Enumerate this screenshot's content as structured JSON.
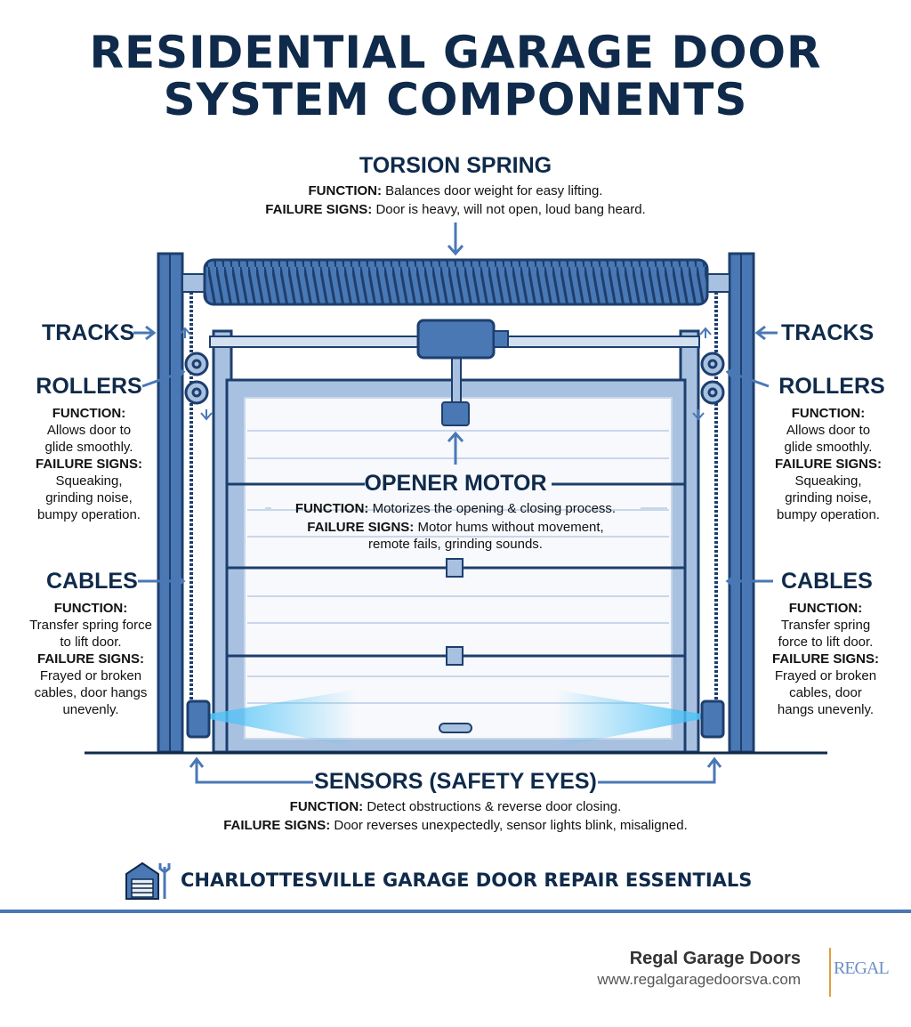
{
  "title": {
    "line1": "RESIDENTIAL GARAGE DOOR",
    "line2": "SYSTEM COMPONENTS"
  },
  "components": {
    "torsion_spring": {
      "heading": "TORSION SPRING",
      "function_label": "FUNCTION:",
      "function": "Balances door weight for easy lifting.",
      "failure_label": "FAILURE SIGNS:",
      "failure": "Door is heavy, will not open, loud bang heard."
    },
    "tracks": {
      "heading": "TRACKS"
    },
    "rollers": {
      "heading": "ROLLERS",
      "function_label": "FUNCTION:",
      "function": "Allows door to glide smoothly.",
      "failure_label": "FAILURE SIGNS:",
      "failure": "Squeaking, grinding noise, bumpy operation."
    },
    "cables": {
      "heading": "CABLES",
      "function_label": "FUNCTION:",
      "function": "Transfer spring force to lift door.",
      "failure_label": "FAILURE SIGNS:",
      "failure": "Frayed or broken cables, door hangs unevenly."
    },
    "opener_motor": {
      "heading": "OPENER MOTOR",
      "function_label": "FUNCTION:",
      "function": "Motorizes the opening & closing process.",
      "failure_label": "FAILURE SIGNS:",
      "failure": "Motor hums without movement, remote fails, grinding sounds."
    },
    "sensors": {
      "heading": "SENSORS (SAFETY EYES)",
      "function_label": "FUNCTION:",
      "function": "Detect obstructions & reverse door closing.",
      "failure_label": "FAILURE SIGNS:",
      "failure": "Door reverses unexpectedly, sensor lights blink, misaligned."
    }
  },
  "footer": {
    "banner": "CHARLOTTESVILLE GARAGE DOOR REPAIR ESSENTIALS",
    "banner_icon": "garage-wrench-icon",
    "company": "Regal Garage Doors",
    "website": "www.regalgaragedoorsva.com",
    "logo_text": "REGAL"
  },
  "colors": {
    "navy": "#0f2a4a",
    "blue": "#4a78b5",
    "light_blue": "#a9c1e0",
    "beam": "#4fc3f7"
  }
}
